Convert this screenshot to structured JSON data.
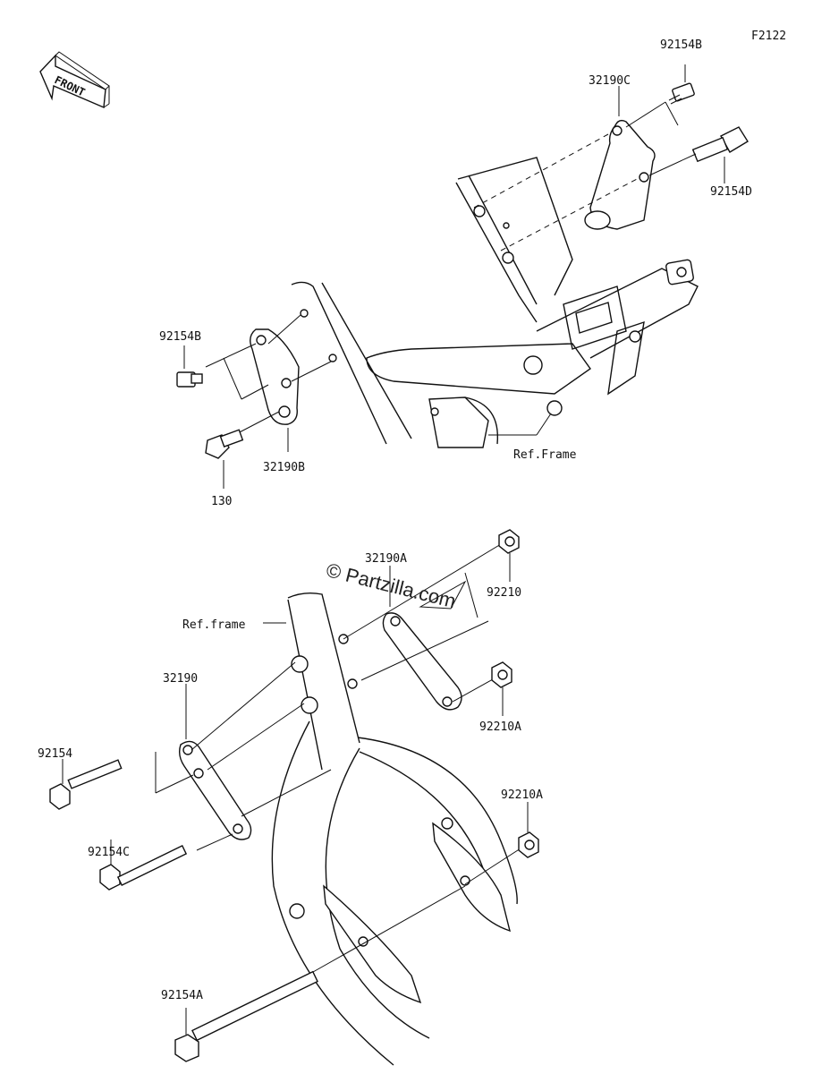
{
  "figure_code": "F2122",
  "front_label": "FRONT",
  "watermark": "© Partzilla.com",
  "labels": {
    "p92154B_top": "92154B",
    "p32190C": "32190C",
    "p92154D": "92154D",
    "p92154B_left": "92154B",
    "p32190B": "32190B",
    "p130": "130",
    "ref_frame_top": "Ref.Frame",
    "p32190A": "32190A",
    "p92210": "92210",
    "ref_frame_bottom": "Ref.frame",
    "p32190": "32190",
    "p92210A_mid": "92210A",
    "p92154": "92154",
    "p92210A_low": "92210A",
    "p92154C": "92154C",
    "p92154A": "92154A"
  },
  "colors": {
    "line": "#111111",
    "background": "#ffffff"
  }
}
